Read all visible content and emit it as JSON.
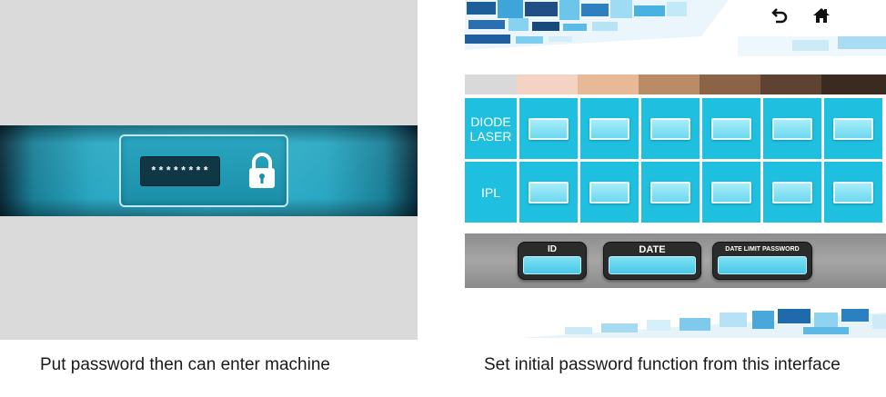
{
  "login_screen": {
    "password_mask": "********",
    "lock_icon": "padlock-icon",
    "caption": "Put password then can enter machine"
  },
  "password_settings_screen": {
    "nav": {
      "back_icon": "back-arrow-icon",
      "home_icon": "home-icon"
    },
    "skin_tones": [
      "#f4d2c4",
      "#e8b996",
      "#b98b66",
      "#8b6347",
      "#5e4332",
      "#3b2a20"
    ],
    "rows": [
      {
        "label_line1": "DIODE",
        "label_line2": "LASER"
      },
      {
        "label_line1": "IPL",
        "label_line2": ""
      }
    ],
    "fields": {
      "id_label": "ID",
      "date_label": "DATE",
      "date_limit_password_label": "DATE LIMIT PASSWORD"
    },
    "caption": "Set initial password function from this interface"
  },
  "colors": {
    "cyan": "#1fbfdf",
    "band": "#33b4cf",
    "panel_grey": "#dadada"
  }
}
